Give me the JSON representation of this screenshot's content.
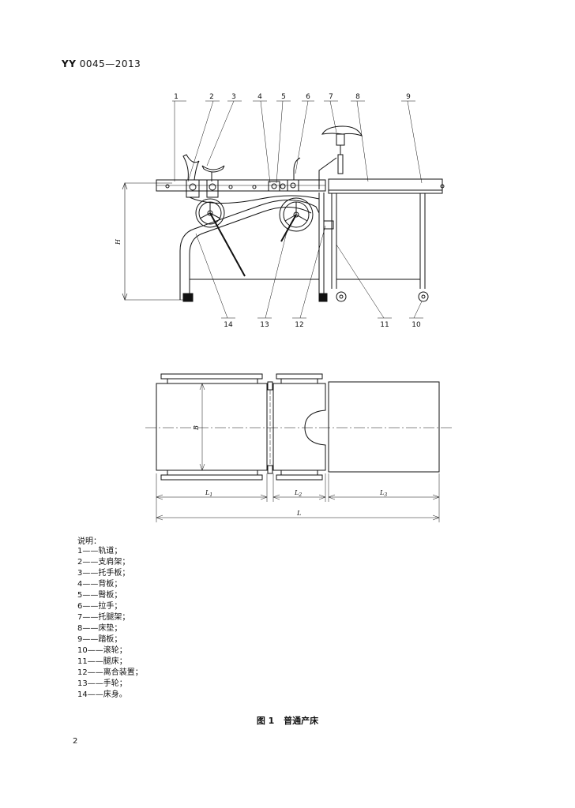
{
  "header": {
    "standard_prefix": "YY",
    "standard_number": "0045—2013"
  },
  "figure1": {
    "side_callouts": [
      "1",
      "2",
      "3",
      "4",
      "5",
      "6",
      "7",
      "8",
      "9",
      "14",
      "13",
      "12",
      "11",
      "10"
    ],
    "height_label": "H",
    "top_width_label": "B",
    "dim_labels": {
      "l1": "L",
      "l1_sub": "1",
      "l2": "L",
      "l2_sub": "2",
      "l3": "L",
      "l3_sub": "3",
      "total": "L"
    }
  },
  "legend": {
    "title": "说明：",
    "items": [
      "1——轨道；",
      "2——支肩架；",
      "3——托手板；",
      "4——背板；",
      "5——臀板；",
      "6——拉手；",
      "7——托腿架；",
      "8——床垫；",
      "9——踏板；",
      "10——滚轮；",
      "11——腿床；",
      "12——离合装置；",
      "13——手轮；",
      "14——床身。"
    ]
  },
  "caption": {
    "number": "图 1",
    "title": "普通产床"
  },
  "page_number": "2"
}
